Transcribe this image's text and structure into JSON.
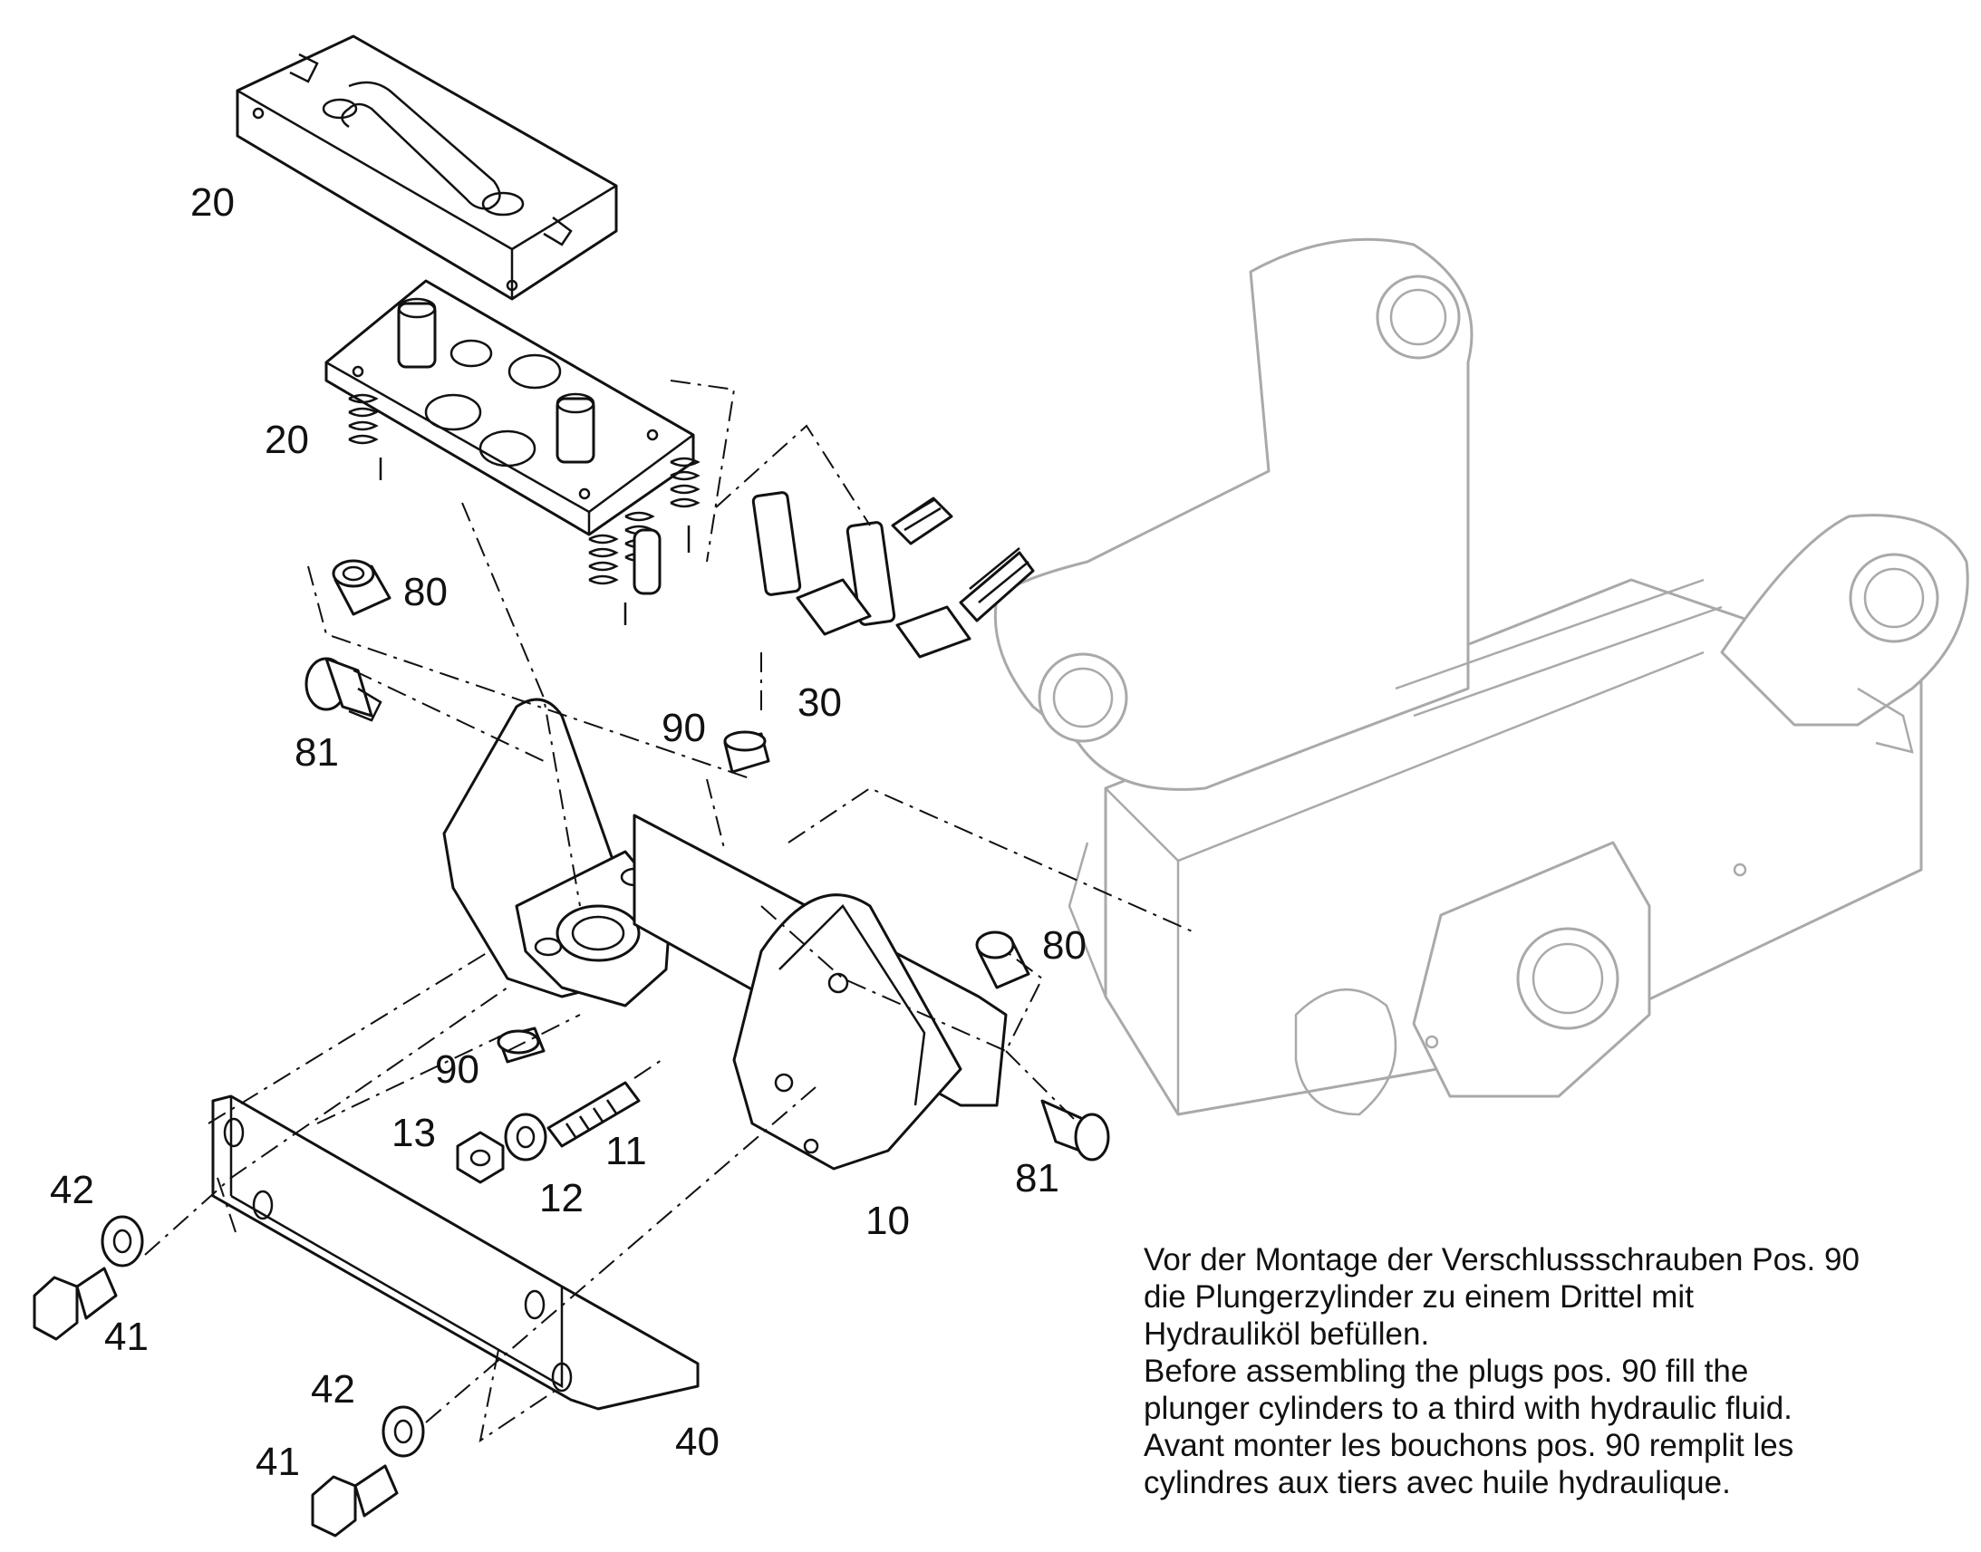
{
  "diagram": {
    "part_labels": {
      "p20_top": "20",
      "p20_mid": "20",
      "p80_top": "80",
      "p81_left": "81",
      "p90_top": "90",
      "p30": "30",
      "p80_right": "80",
      "p90_bottom": "90",
      "p13": "13",
      "p11": "11",
      "p12": "12",
      "p81_right": "81",
      "p10": "10",
      "p42_top": "42",
      "p41_top": "41",
      "p42_bottom": "42",
      "p41_bottom": "41",
      "p40": "40"
    },
    "note_lines": [
      "Vor der Montage der Verschlussschrauben Pos. 90",
      "die Plungerzylinder zu einem Drittel mit",
      "Hydrauliköl befüllen.",
      "Before assembling the plugs pos. 90 fill the",
      "plunger cylinders to a third with hydraulic fluid.",
      "Avant monter les bouchons pos. 90 remplit les",
      "cylindres aux tiers avec huile hydraulique."
    ]
  }
}
